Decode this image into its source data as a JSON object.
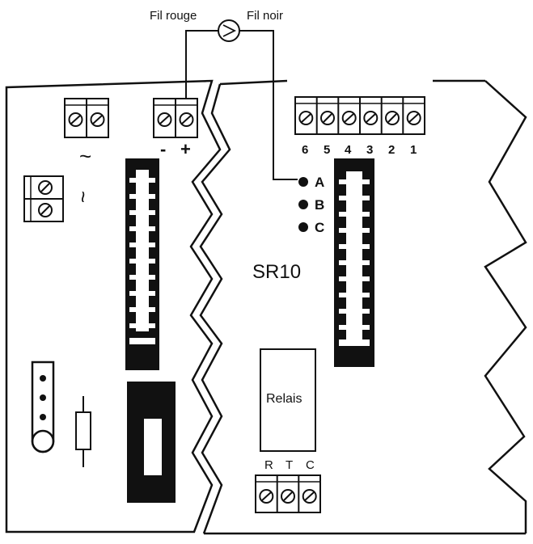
{
  "wires": {
    "red_label": "Fil rouge",
    "black_label": "Fil noir"
  },
  "board_title": "SR10",
  "right_terminals": [
    "6",
    "5",
    "4",
    "3",
    "2",
    "1"
  ],
  "leds": [
    "A",
    "B",
    "C"
  ],
  "relay_label": "Relais",
  "relay_terminals": [
    "R",
    "T",
    "C"
  ],
  "power_symbols": {
    "minus": "-",
    "plus": "+",
    "ac_top": "~",
    "ac_side": "~"
  }
}
